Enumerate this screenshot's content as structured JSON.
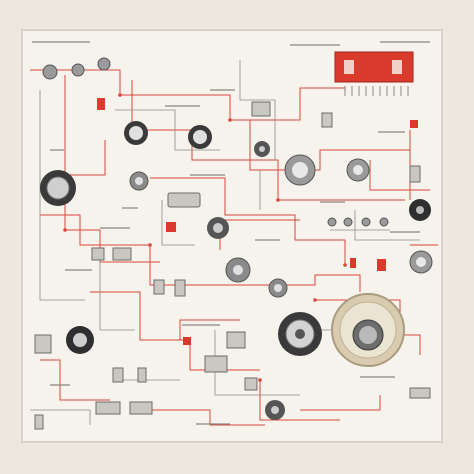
{
  "colors": {
    "background": "#ece8df",
    "panel": "#f6f3ec",
    "panel_border": "#d9d3c6",
    "wire_red": "#d9463b",
    "wire_gray": "#8c8a86",
    "metal_dark": "#3a3a3a",
    "metal_light": "#cfcfcf",
    "brass": "#d8cbb0",
    "accent_red": "#d93a2b",
    "label_gray": "#8a8680"
  },
  "diagram": {
    "panel_label": "",
    "components": [
      {
        "kind": "red-display",
        "icon": "red-control-box-icon"
      },
      {
        "kind": "large-dial",
        "icon": "large-brass-dial-icon"
      },
      {
        "kind": "knob",
        "icon": "knob-icon"
      },
      {
        "kind": "toggle",
        "icon": "toggle-switch-icon"
      },
      {
        "kind": "relay",
        "icon": "relay-block-icon"
      },
      {
        "kind": "gauge",
        "icon": "round-gauge-icon"
      },
      {
        "kind": "indicator",
        "icon": "red-indicator-icon"
      }
    ]
  }
}
